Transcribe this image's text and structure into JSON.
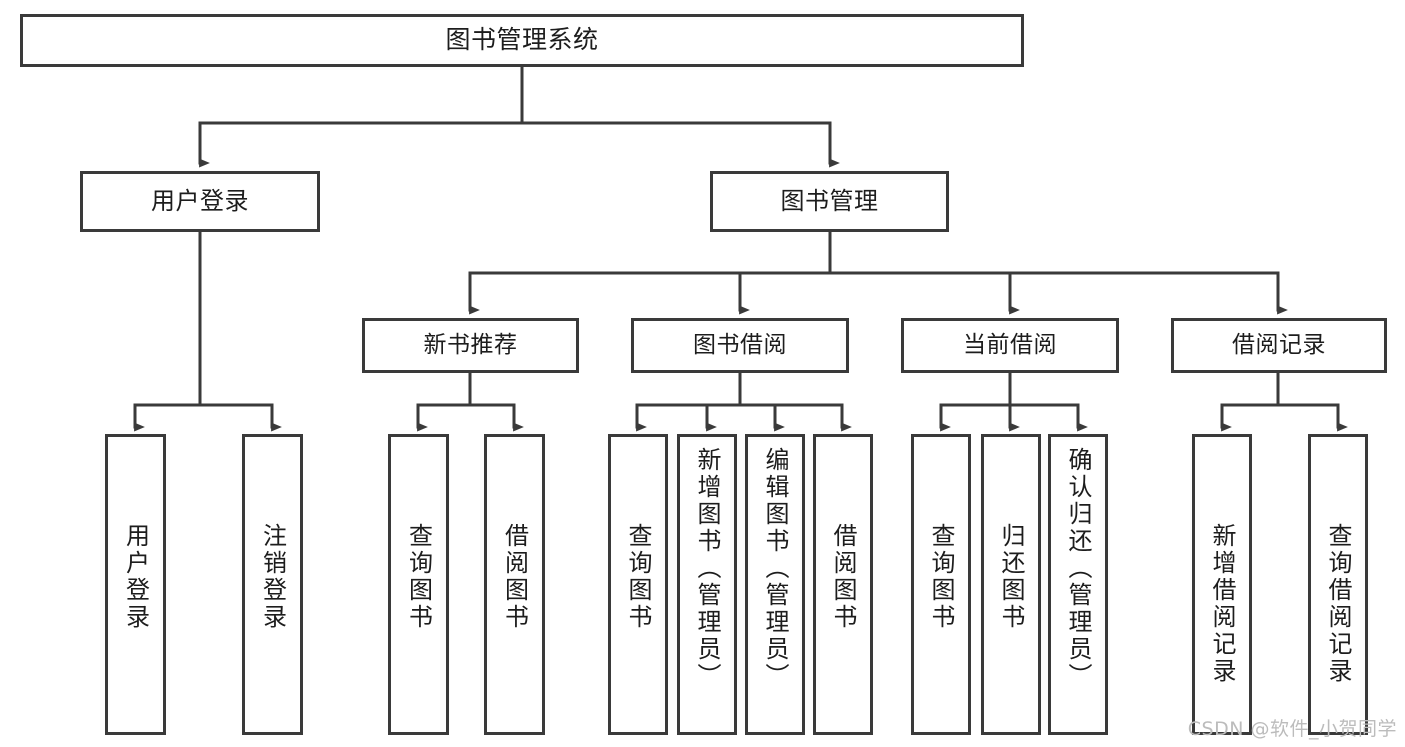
{
  "diagram": {
    "title": "图书管理系统",
    "type": "tree",
    "root": {
      "id": "root",
      "label": "图书管理系统"
    },
    "level1": [
      {
        "id": "user-login",
        "label": "用户登录"
      },
      {
        "id": "book-manage",
        "label": "图书管理"
      }
    ],
    "level2": [
      {
        "id": "new-book-rec",
        "label": "新书推荐"
      },
      {
        "id": "book-borrow",
        "label": "图书借阅"
      },
      {
        "id": "current-borrow",
        "label": "当前借阅"
      },
      {
        "id": "borrow-record",
        "label": "借阅记录"
      }
    ],
    "leaves": {
      "user_login": [
        {
          "id": "leaf-user-login",
          "label": "用户登录"
        },
        {
          "id": "leaf-logout",
          "label": "注销登录"
        }
      ],
      "new_book_rec": [
        {
          "id": "leaf-query-book-1",
          "label": "查询图书"
        },
        {
          "id": "leaf-borrow-book-1",
          "label": "借阅图书"
        }
      ],
      "book_borrow": [
        {
          "id": "leaf-query-book-2",
          "label": "查询图书"
        },
        {
          "id": "leaf-add-book",
          "label": "新增图书（管理员）"
        },
        {
          "id": "leaf-edit-book",
          "label": "编辑图书（管理员）"
        },
        {
          "id": "leaf-borrow-book-2",
          "label": "借阅图书"
        }
      ],
      "current_borrow": [
        {
          "id": "leaf-query-book-3",
          "label": "查询图书"
        },
        {
          "id": "leaf-return-book",
          "label": "归还图书"
        },
        {
          "id": "leaf-confirm-return",
          "label": "确认归还（管理员）"
        }
      ],
      "borrow_record": [
        {
          "id": "leaf-add-record",
          "label": "新增借阅记录"
        },
        {
          "id": "leaf-query-record",
          "label": "查询借阅记录"
        }
      ]
    }
  },
  "watermark": {
    "text": "CSDN @软件_小贺同学"
  },
  "colors": {
    "stroke": "#3a3a3a",
    "background": "#ffffff",
    "text": "#1d1d1d",
    "watermark": "#bcbcbc"
  }
}
